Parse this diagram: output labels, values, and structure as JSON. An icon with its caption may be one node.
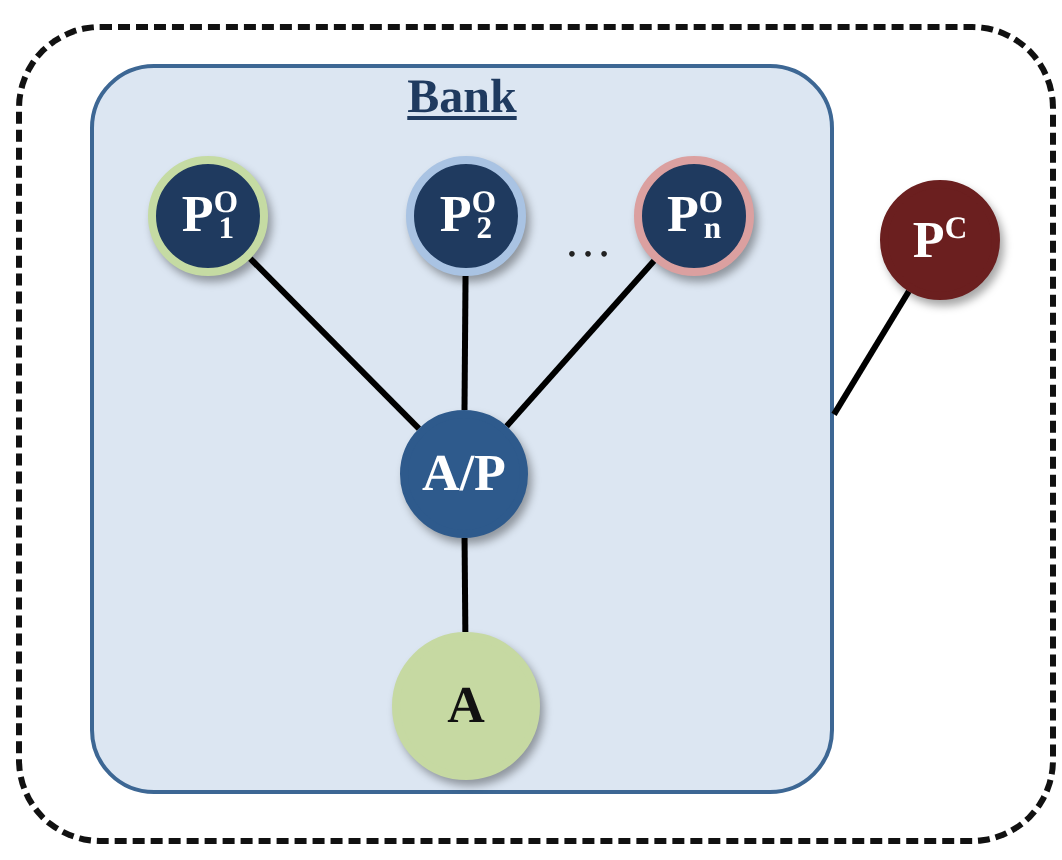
{
  "diagram": {
    "nodes": [
      {
        "text": [],
        "shape": "box"
      },
      {
        "text": [
          "Bank"
        ],
        "in": 0
      },
      {
        "text": [
          "P$^{O}$$_{1}$"
        ],
        "in": 1
      },
      {
        "text": [
          "P$^{O}$$_{2}$"
        ],
        "in": 1
      },
      {
        "text": [
          "P$^{O}$$_{n}$"
        ],
        "in": 1
      },
      {
        "text": [
          "P$^{C}$"
        ],
        "in": 0
      },
      {
        "text": [
          "A/P"
        ],
        "in": 1
      },
      {
        "text": [
          "A"
        ],
        "in": 1
      }
    ],
    "edges": [
      {
        "from": 2,
        "to": 6,
        "arrow": "none"
      },
      {
        "from": 3,
        "to": 6,
        "arrow": "none"
      },
      {
        "from": 4,
        "to": 6,
        "arrow": "none"
      },
      {
        "from": 6,
        "to": 7,
        "arrow": "none"
      },
      {
        "from": 5,
        "to": 1,
        "arrow": "none"
      }
    ],
    "labels": [
      "…"
    ]
  }
}
